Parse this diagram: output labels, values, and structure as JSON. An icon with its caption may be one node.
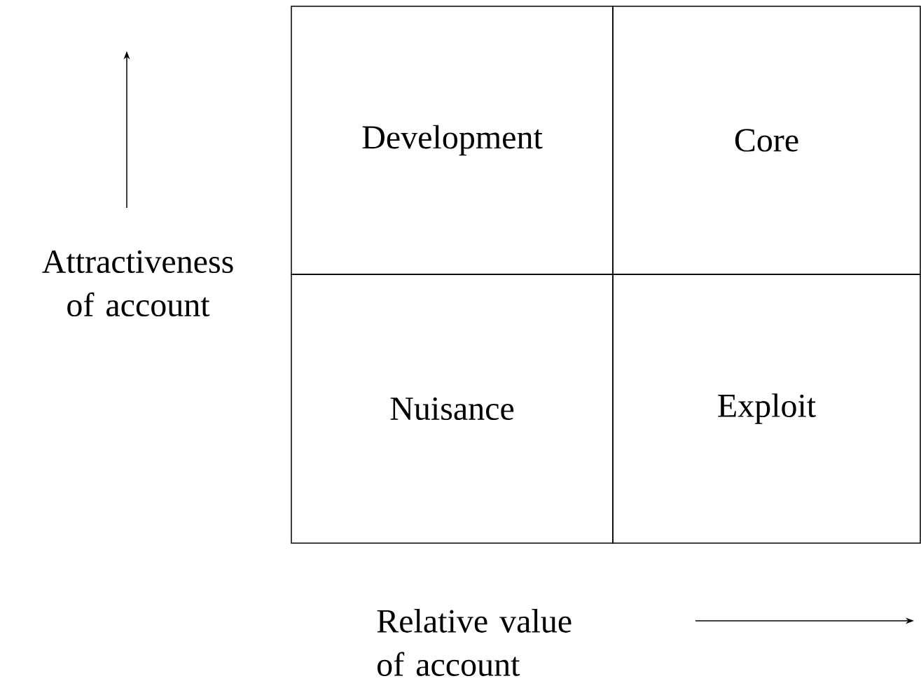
{
  "diagram": {
    "nodes": [
      {
        "text": [
          "Development"
        ]
      },
      {
        "text": [
          "Core"
        ]
      },
      {
        "text": [
          "Nuisance"
        ]
      },
      {
        "text": [
          "Exploit"
        ]
      }
    ],
    "labels": [
      "Attractiveness of account",
      "Relative value of account"
    ]
  }
}
